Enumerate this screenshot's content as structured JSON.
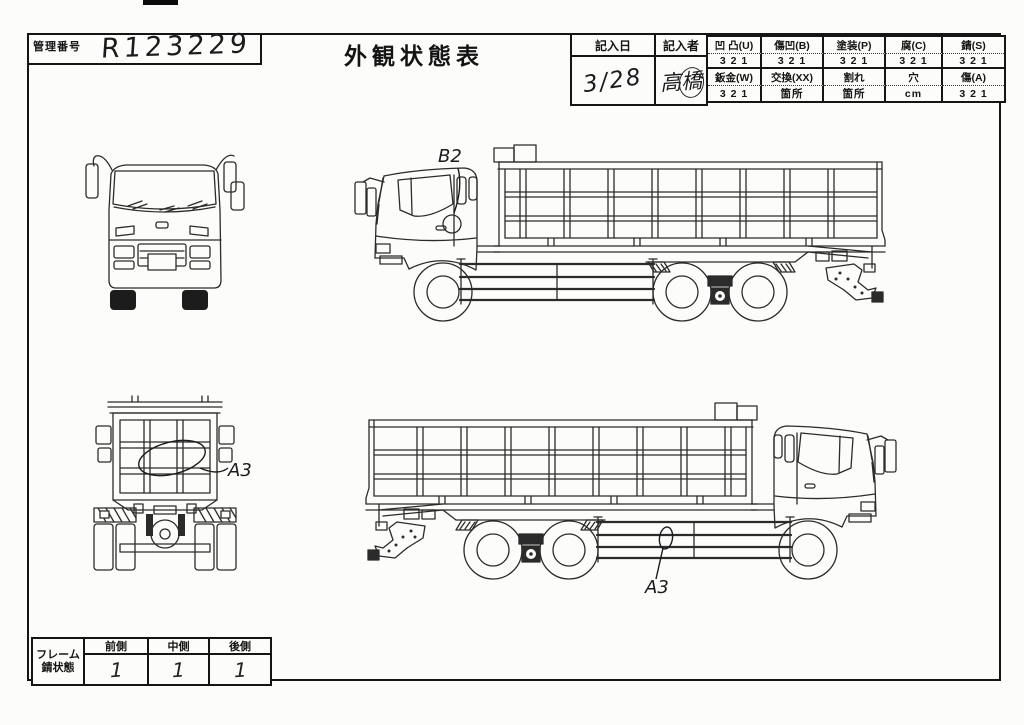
{
  "page": {
    "title": "外観状態表",
    "management": {
      "label": "管理番号",
      "value": "R123229"
    }
  },
  "entry": {
    "date_label": "記入日",
    "date_value": "3/28",
    "recorder_label": "記入者",
    "recorder_value": "高橋"
  },
  "condition_table": {
    "rows": [
      {
        "cells": [
          {
            "header": "凹 凸(U)",
            "value": "3 2 1"
          },
          {
            "header": "傷凹(B)",
            "value": "3 2 1"
          },
          {
            "header": "塗装(P)",
            "value": "3 2 1"
          },
          {
            "header": "腐(C)",
            "value": "3 2 1"
          },
          {
            "header": "錆(S)",
            "value": "3 2 1"
          }
        ]
      },
      {
        "cells": [
          {
            "header": "鈑金(W)",
            "value": "3 2 1"
          },
          {
            "header": "交換(XX)",
            "value": "箇所"
          },
          {
            "header": "割れ",
            "value": "箇所"
          },
          {
            "header": "穴",
            "value": "cm"
          },
          {
            "header": "傷(A)",
            "value": "3 2 1"
          }
        ]
      }
    ]
  },
  "frame_rust": {
    "label_line1": "フレーム",
    "label_line2": "錆状態",
    "columns": [
      {
        "header": "前側",
        "value": "1"
      },
      {
        "header": "中側",
        "value": "1"
      },
      {
        "header": "後側",
        "value": "1"
      }
    ]
  },
  "annotations": {
    "cab_right_side": "B2",
    "rear_gate": "A3",
    "left_side_guard": "A3"
  },
  "colors": {
    "line": "#2b2b2b",
    "ink": "#1b1b1e",
    "paper": "#fcfcfa"
  }
}
